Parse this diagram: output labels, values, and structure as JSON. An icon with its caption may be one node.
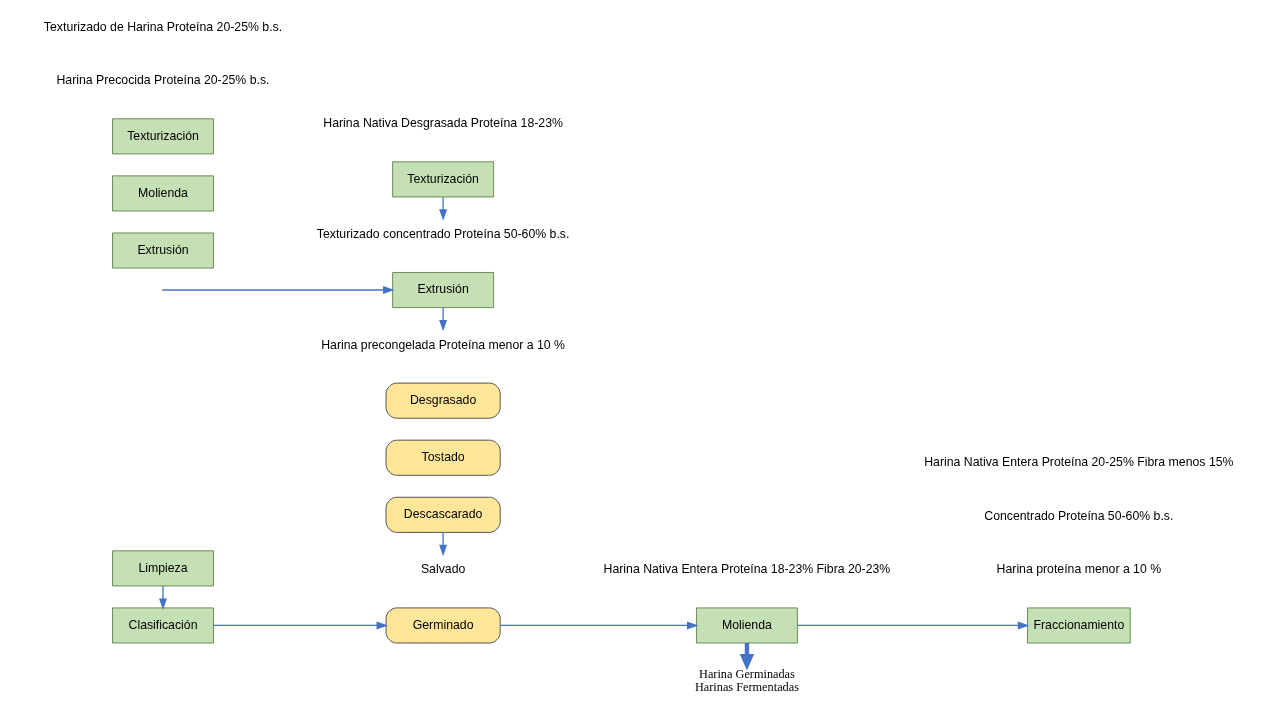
{
  "diagram": {
    "nodes": [
      {
        "text": [
          "Limpieza"
        ]
      },
      {
        "text": [
          "Clasificación"
        ]
      },
      {
        "text": [
          "Descascarado"
        ]
      },
      {
        "text": [
          "Tostado"
        ]
      },
      {
        "text": [
          "Germinado"
        ]
      },
      {
        "text": [
          "Desgrasado"
        ]
      },
      {
        "text": [
          "Salvado"
        ]
      },
      {
        "text": [
          "Molienda"
        ]
      },
      {
        "text": [
          "Harina Germinadas",
          "Harinas Fermentadas"
        ]
      },
      {
        "text": [
          "Fraccionamiento"
        ]
      },
      {
        "text": [
          "Harina precongelada Proteína menor a 10 %"
        ]
      },
      {
        "text": [
          "Extrusión"
        ]
      },
      {
        "text": [
          "Texturización"
        ]
      },
      {
        "text": [
          "Texturizado concentrado Proteína 50-60% b.s."
        ]
      },
      {
        "text": [
          "Extrusión"
        ]
      },
      {
        "text": [
          "Molienda"
        ]
      },
      {
        "text": [
          "Texturización"
        ]
      }
    ],
    "edges": [
      {
        "from": 0,
        "to": 1,
        "arrow": "to"
      },
      {
        "from": 2,
        "to": 6,
        "arrow": "to"
      },
      {
        "from": 1,
        "to": 4,
        "arrow": "to"
      },
      {
        "from": 4,
        "to": 7,
        "arrow": "to"
      },
      {
        "from": 7,
        "to": 8,
        "arrow": "to",
        "style": "thick"
      },
      {
        "from": 7,
        "to": 9,
        "arrow": "to"
      },
      {
        "from": 11,
        "to": 10,
        "arrow": "to"
      },
      {
        "from": null,
        "to": 11,
        "arrow": "to"
      },
      {
        "from": 12,
        "to": 13,
        "arrow": "to"
      }
    ],
    "labels": [
      "Harina proteína menor a 10 %",
      "Concentrado Proteína 50-60% b.s.",
      "Harina Nativa Desgrasada Proteína 18-23%",
      "Harina Nativa Entera Proteína 18-23% Fibra 20-23%",
      "Harina Nativa Entera Proteína 20-25% Fibra menos 15%",
      "Harina Precocida Proteína 20-25% b.s.",
      "Texturizado de Harina Proteína 20-25% b.s."
    ]
  }
}
